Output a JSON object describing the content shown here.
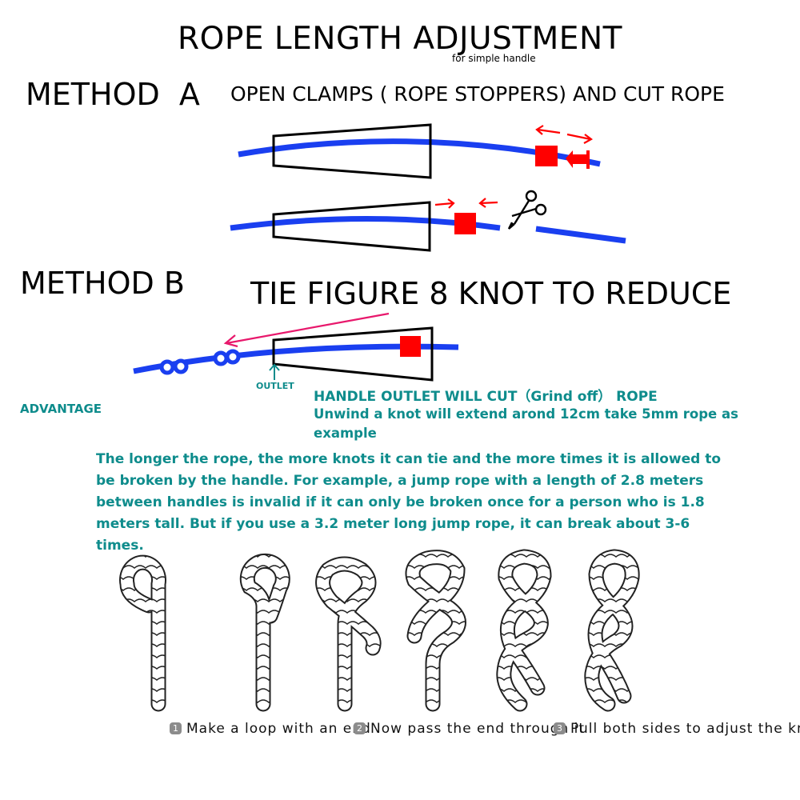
{
  "title": "ROPE LENGTH ADJUSTMENT",
  "subtitle": "for simple handle",
  "method_a": {
    "label": "METHOD  A",
    "description": "OPEN CLAMPS ( ROPE STOPPERS) AND CUT ROPE"
  },
  "method_b": {
    "label": "METHOD B",
    "description": "TIE FIGURE 8 KNOT TO REDUCE",
    "outlet_label": "OUTLET",
    "advantage_label": "ADVANTAGE",
    "note_heading": "HANDLE OUTLET WILL CUT（Grind off） ROPE",
    "note_body": "Unwind a knot will extend arond 12cm take 5mm rope as example"
  },
  "paragraph": "The longer the rope, the more knots it can tie and the more times it is allowed to be broken by the handle. For example, a jump rope with a length of 2.8 meters between handles is invalid if it can only be broken once for a person who is 1.8 meters tall. But if you use a 3.2 meter long jump rope, it can break about 3-6 times.",
  "steps": [
    {
      "number": "1",
      "text": "Make a loop with an end"
    },
    {
      "number": "2",
      "text": "Now pass the end through it"
    },
    {
      "number": "3",
      "text": "Pull both sides to adjust the knot"
    }
  ],
  "colors": {
    "rope": "#1a3ff0",
    "clamp": "#ff0000",
    "arrow": "#ff0000",
    "pull_arrow": "#e8186c",
    "teal_text": "#0e8c8c",
    "outlet_arrow": "#0e8c8c"
  },
  "icons": [
    "scissors-icon",
    "figure-8-knot-icon",
    "rope-step-icon"
  ]
}
